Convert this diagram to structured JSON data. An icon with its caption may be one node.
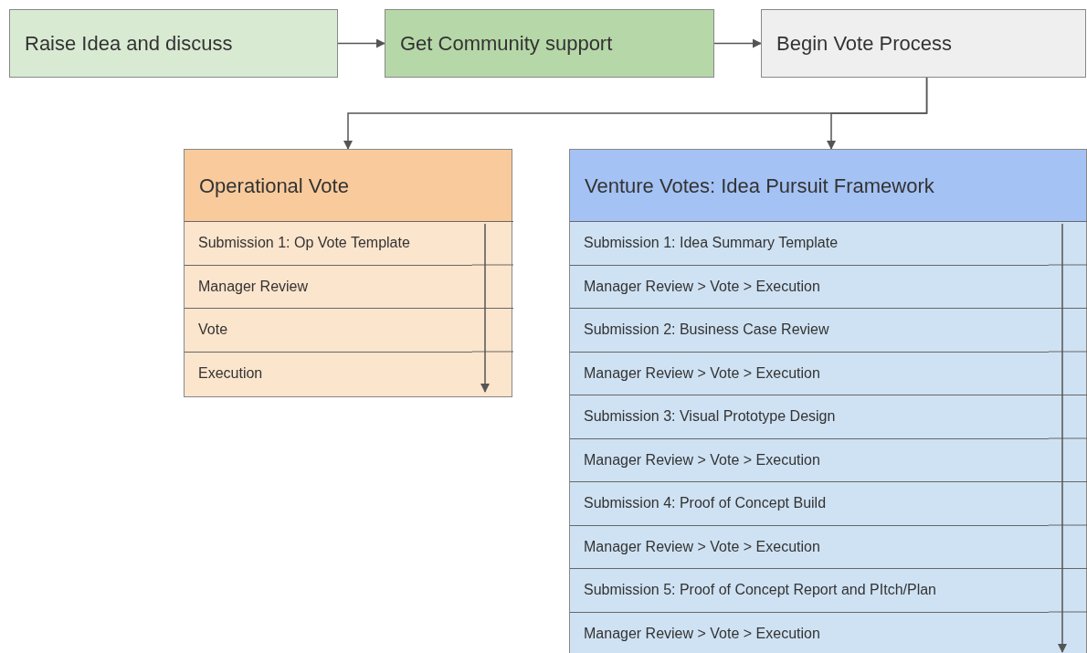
{
  "diagram": {
    "nodes": [
      {
        "text": [
          "Raise Idea and discuss"
        ]
      },
      {
        "text": [
          "Get Community support"
        ]
      },
      {
        "text": [
          "Begin Vote Process"
        ]
      },
      {
        "text": [
          "Operational Vote"
        ]
      },
      {
        "text": [
          "Submission 1: Op Vote Template"
        ],
        "in": 3
      },
      {
        "text": [
          "Manager Review"
        ],
        "in": 3
      },
      {
        "text": [
          "Vote"
        ],
        "in": 3
      },
      {
        "text": [
          "Execution"
        ],
        "in": 3
      },
      {
        "text": [
          "Venture Votes: Idea Pursuit Framework"
        ]
      },
      {
        "text": [
          "Submission 1: Idea Summary Template"
        ],
        "in": 8
      },
      {
        "text": [
          "Manager Review > Vote > Execution"
        ],
        "in": 8
      },
      {
        "text": [
          "Submission 2: Business Case Review"
        ],
        "in": 8
      },
      {
        "text": [
          "Manager Review > Vote > Execution"
        ],
        "in": 8
      },
      {
        "text": [
          "Submission 3: Visual Prototype Design"
        ],
        "in": 8
      },
      {
        "text": [
          "Manager Review > Vote > Execution"
        ],
        "in": 8
      },
      {
        "text": [
          "Submission 4: Proof of Concept Build"
        ],
        "in": 8
      },
      {
        "text": [
          "Manager Review > Vote > Execution"
        ],
        "in": 8
      },
      {
        "text": [
          "Submission 5: Proof of Concept Report and PItch/Plan"
        ],
        "in": 8
      },
      {
        "text": [
          "Manager Review > Vote > Execution"
        ],
        "in": 8
      }
    ],
    "edges": [
      {
        "from": 0,
        "to": 1,
        "arrow": "to"
      },
      {
        "from": 1,
        "to": 2,
        "arrow": "to"
      },
      {
        "from": 2,
        "to": 3,
        "arrow": "to"
      },
      {
        "from": 2,
        "to": 8,
        "arrow": "to"
      },
      {
        "from": 4,
        "to": 7,
        "arrow": "to"
      },
      {
        "from": 9,
        "to": 18,
        "arrow": "to"
      }
    ]
  }
}
